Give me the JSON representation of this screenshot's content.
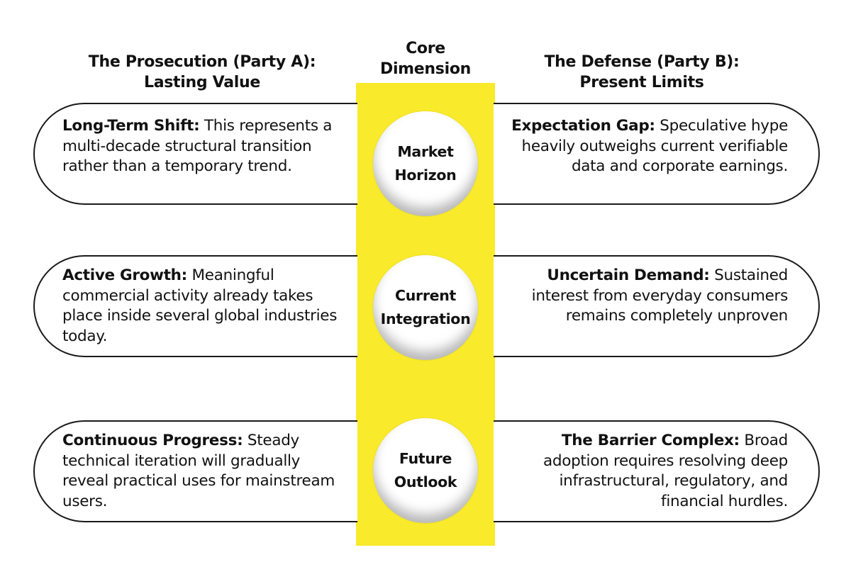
{
  "headers": {
    "left": [
      "The Prosecution (Party A):",
      "Lasting Value"
    ],
    "center": [
      "Core",
      "Dimension"
    ],
    "right": [
      "The Defense (Party B):",
      "Present Limits"
    ]
  },
  "rows": [
    {
      "dimension": [
        "Market",
        "Horizon"
      ],
      "left": {
        "title": "Long-Term Shift:",
        "text": "This represents a multi-decade structural transition rather than a temporary trend."
      },
      "right": {
        "title": "Expectation Gap:",
        "text": "Speculative hype heavily outweighs current verifiable data and corporate earnings."
      }
    },
    {
      "dimension": [
        "Current",
        "Integration"
      ],
      "left": {
        "title": "Active Growth:",
        "text": "Meaningful commercial activity already takes place inside several global industries today."
      },
      "right": {
        "title": "Uncertain Demand:",
        "text": "Sustained interest from everyday consumers remains completely unproven"
      }
    },
    {
      "dimension": [
        "Future",
        "Outlook"
      ],
      "left": {
        "title": "Continuous Progress:",
        "text": "Steady technical iteration will gradually reveal practical uses for mainstream users."
      },
      "right": {
        "title": "The Barrier Complex:",
        "text": "Broad adoption requires resolving deep infrastructural, regulatory, and financial hurdles."
      }
    }
  ],
  "colors": {
    "accent": "#f9ea2b",
    "border": "#1a1a1a"
  }
}
